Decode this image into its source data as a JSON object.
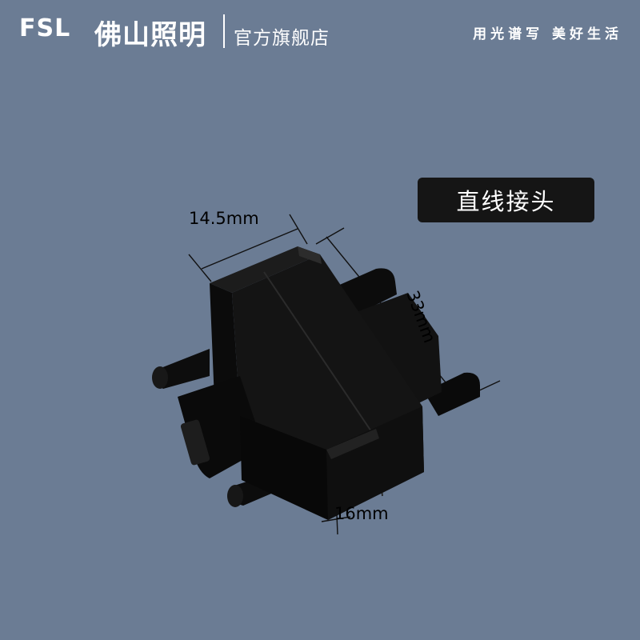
{
  "header": {
    "logo": "FSL",
    "brand": "佛山照明",
    "store": "官方旗舰店",
    "slogan": "用光谱写 美好生活"
  },
  "product": {
    "tag": "直线接头"
  },
  "dimensions": {
    "width": "14.5mm",
    "length": "33mm",
    "height": "16mm"
  },
  "colors": {
    "background": "#6b7c94",
    "tag_bg": "#151515",
    "product": "#0d0d0d"
  }
}
